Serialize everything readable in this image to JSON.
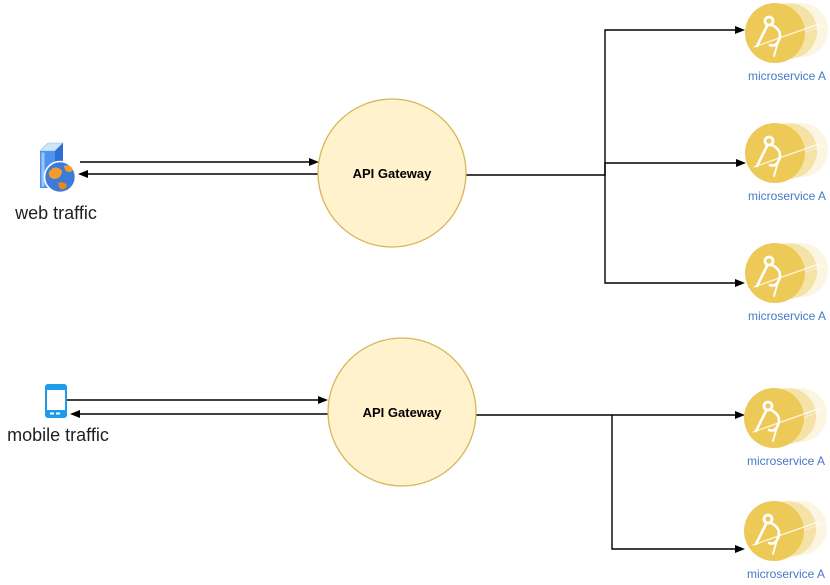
{
  "diagram": {
    "type": "api-gateway-microservices-architecture",
    "sources": {
      "web": {
        "label": "web traffic",
        "icon": "server-globe-icon"
      },
      "mobile": {
        "label": "mobile traffic",
        "icon": "smartphone-icon"
      }
    },
    "gateways": {
      "top": {
        "label": "API Gateway"
      },
      "bottom": {
        "label": "API Gateway"
      }
    },
    "microservices": {
      "top": [
        {
          "label": "microservice A",
          "icon": "compass-icon"
        },
        {
          "label": "microservice A",
          "icon": "compass-icon"
        },
        {
          "label": "microservice A",
          "icon": "compass-icon"
        }
      ],
      "bottom": [
        {
          "label": "microservice A",
          "icon": "compass-icon"
        },
        {
          "label": "microservice A",
          "icon": "compass-icon"
        }
      ]
    },
    "colors": {
      "gateway_fill": "#FFF2CC",
      "gateway_stroke": "#D6B656",
      "microservice_fill": "#EDC958",
      "microservice_label": "#4678C8",
      "connector": "#000000",
      "phone_blue": "#1E9BE9",
      "server_blue": "#4F93EE",
      "globe_orange": "#F59B2E"
    }
  }
}
